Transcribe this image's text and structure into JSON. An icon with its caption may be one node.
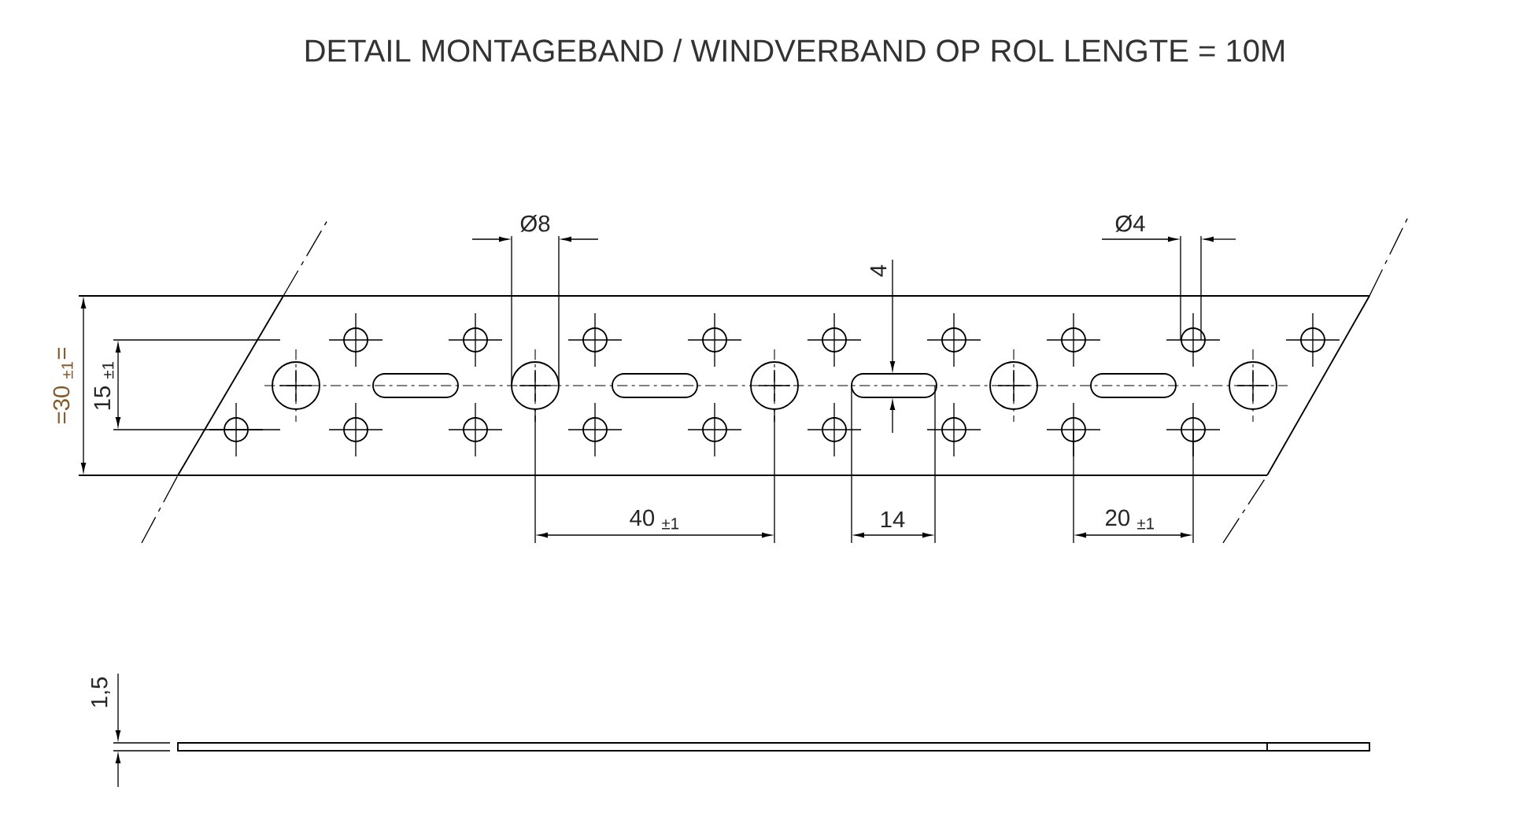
{
  "diagram": {
    "title": "DETAIL MONTAGEBAND / WINDVERBAND OP ROL LENGTE = 10M",
    "labels": [
      "Ø8",
      "Ø4",
      "4",
      "=30 $_{±1}$=",
      "15 $_{±1}$",
      "40 $_{±1}$",
      "14",
      "20 $_{±1}$",
      "1,5"
    ]
  }
}
